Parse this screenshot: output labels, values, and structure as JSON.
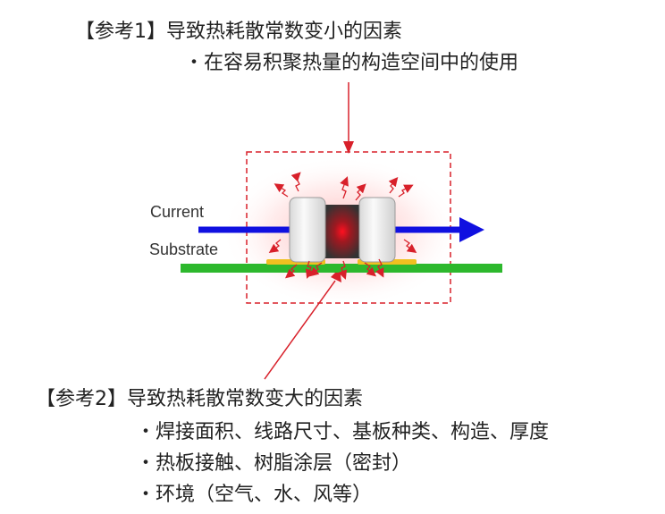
{
  "note1": {
    "title": "【参考1】导致热耗散常数变小的因素",
    "items": [
      "・在容易积聚热量的构造空间中的使用"
    ]
  },
  "note2": {
    "title": "【参考2】导致热耗散常数变大的因素",
    "items": [
      "・焊接面积、线路尺寸、基板种类、构造、厚度",
      "・热板接触、树脂涂层（密封）",
      "・环境（空气、水、风等）"
    ]
  },
  "labels": {
    "current": "Current",
    "substrate": "Substrate"
  },
  "colors": {
    "current_arrow": "#1010e0",
    "substrate": "#2db82d",
    "heat_arrows": "#d8202a",
    "dashed_box": "#d8202a",
    "solder": "#f0c020",
    "resistor_body": "#3a3a3a",
    "terminal": "#f2f2f2"
  },
  "icons": [
    "heat-wave-arrow",
    "down-arrow",
    "up-arrow"
  ]
}
